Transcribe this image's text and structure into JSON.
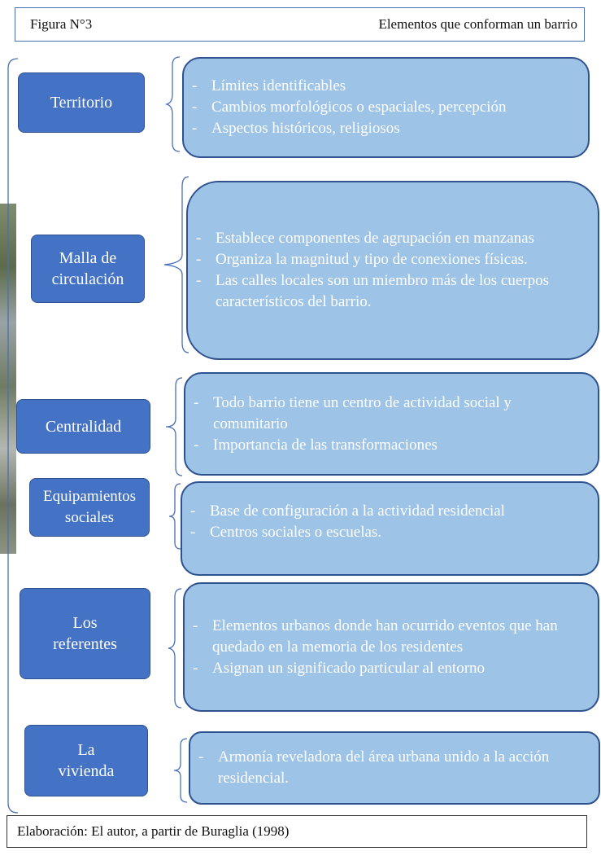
{
  "header": {
    "figure_label": "Figura N°3",
    "title": "Elementos que conforman un barrio"
  },
  "rows": [
    {
      "concept": "Territorio",
      "items": [
        "Límites identificables",
        "Cambios morfológicos o espaciales, percepción",
        "Aspectos históricos, religiosos"
      ]
    },
    {
      "concept": "Malla de circulación",
      "items": [
        "Establece componentes de agrupación en manzanas",
        "Organiza la magnitud y tipo de conexiones físicas.",
        "Las calles locales son un miembro más de los cuerpos característicos del barrio."
      ]
    },
    {
      "concept": "Centralidad",
      "items": [
        "Todo barrio tiene un centro de actividad social y comunitario",
        "Importancia de las transformaciones"
      ]
    },
    {
      "concept": "Equipamientos sociales",
      "items": [
        "Base de configuración a la actividad residencial",
        "Centros sociales o escuelas."
      ]
    },
    {
      "concept": "Los referentes",
      "items": [
        "Elementos urbanos donde han ocurrido eventos que han quedado en la memoria de los residentes",
        "Asignan un significado particular al entorno"
      ]
    },
    {
      "concept": "La vivienda",
      "items": [
        "Armonía reveladora del área urbana unido a la acción residencial."
      ]
    }
  ],
  "footer": {
    "source": "Elaboración: El autor, a partir de Buraglia (1998)"
  }
}
